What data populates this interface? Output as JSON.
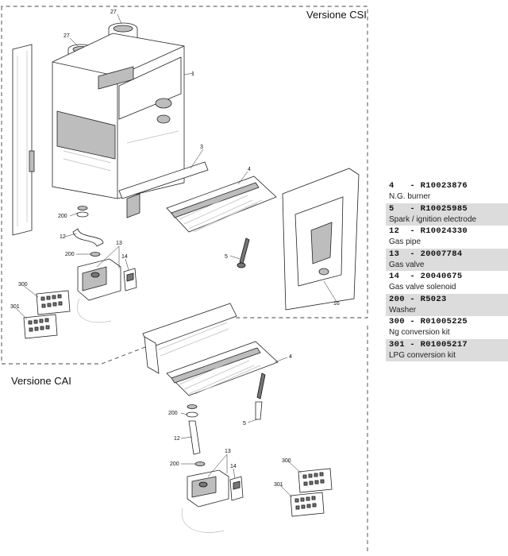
{
  "versions": {
    "csi_label": "Versione CSI",
    "cai_label": "Versione CAI"
  },
  "callouts": {
    "c27a": "27",
    "c27b": "27",
    "c1": "1",
    "c3": "3",
    "c4": "4",
    "c16": "16",
    "c5": "5",
    "c200a": "200",
    "c12a": "12",
    "c200b": "200",
    "c13a": "13",
    "c14a": "14",
    "c300a": "300",
    "c301a": "301",
    "c4b": "4",
    "c5b": "5",
    "c200c": "200",
    "c12b": "12",
    "c200d": "200",
    "c13b": "13",
    "c14b": "14",
    "c300b": "300",
    "c301b": "301"
  },
  "legend": [
    {
      "code": "4   - R10023876",
      "desc": "N.G. burner",
      "shaded": false
    },
    {
      "code": "5   - R10025985",
      "desc": "Spark / ignition electrode",
      "shaded": true
    },
    {
      "code": "12  - R10024330",
      "desc": "Gas pipe",
      "shaded": false
    },
    {
      "code": "13  - 20007784",
      "desc": "Gas valve",
      "shaded": true
    },
    {
      "code": "14  - 20040675",
      "desc": "Gas valve solenoid",
      "shaded": false
    },
    {
      "code": "200 - R5023",
      "desc": "Washer",
      "shaded": true
    },
    {
      "code": "300 - R01005225",
      "desc": "Ng conversion kit",
      "shaded": false
    },
    {
      "code": "301 - R01005217",
      "desc": "LPG conversion kit",
      "shaded": true
    }
  ]
}
